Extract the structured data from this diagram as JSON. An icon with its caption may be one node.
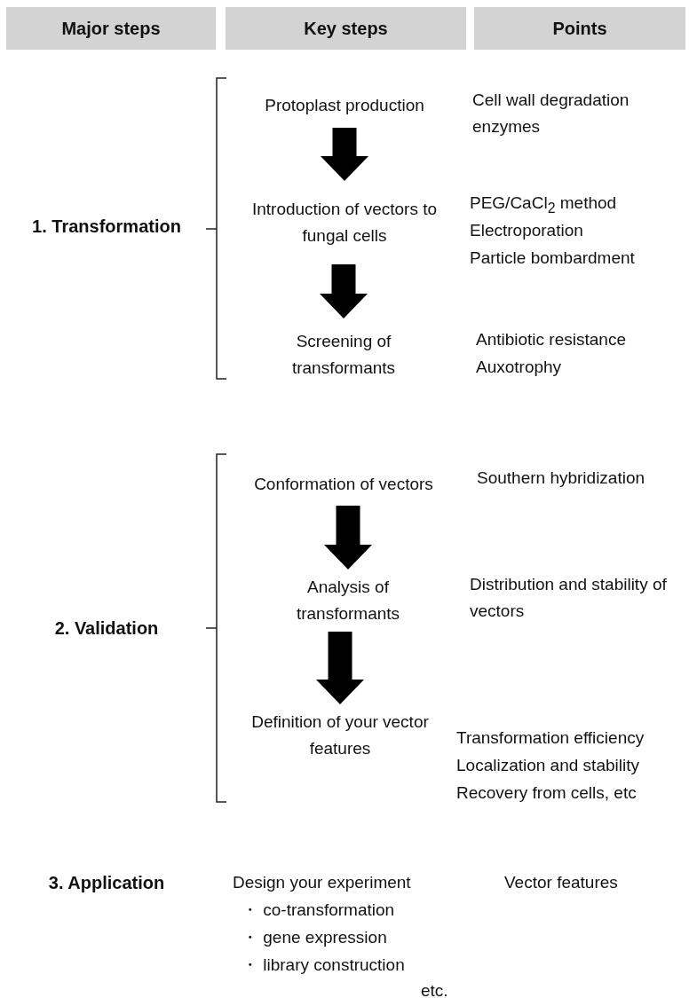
{
  "diagram": {
    "nodes": [
      {
        "text": [
          "Major steps"
        ]
      },
      {
        "text": [
          "Key steps"
        ]
      },
      {
        "text": [
          "Points"
        ]
      },
      {
        "text": [
          "Protoplast production"
        ]
      },
      {
        "text": [
          "Introduction of vectors to fungal cells"
        ]
      },
      {
        "text": [
          "Screening of transformants"
        ]
      },
      {
        "text": [
          "Conformation of vectors"
        ]
      },
      {
        "text": [
          "Analysis of transformants"
        ]
      },
      {
        "text": [
          "Definition of your vector features"
        ]
      }
    ],
    "edges": [
      {
        "from": 3,
        "to": 4,
        "arrow": "to"
      },
      {
        "from": 4,
        "to": 5,
        "arrow": "to"
      },
      {
        "from": 6,
        "to": 7,
        "arrow": "to"
      },
      {
        "from": 7,
        "to": 8,
        "arrow": "to"
      }
    ],
    "labels": [
      "Cell wall degradation enzymes",
      "1. Transformation",
      "PEG/CaCl$_{2}$ method",
      "Electroporation",
      "Particle bombardment",
      "Antibiotic resistance",
      "Auxotrophy",
      "Southern hybridization",
      "2. Validation",
      "Distribution and stability of vectors",
      "Transformation efficiency",
      "Localization and stability",
      "Recovery from cells, etc",
      "3. Application",
      "Design your experiment",
      "Vector features",
      "・ co-transformation",
      "・ gene expression",
      "・ library construction",
      "etc."
    ]
  }
}
